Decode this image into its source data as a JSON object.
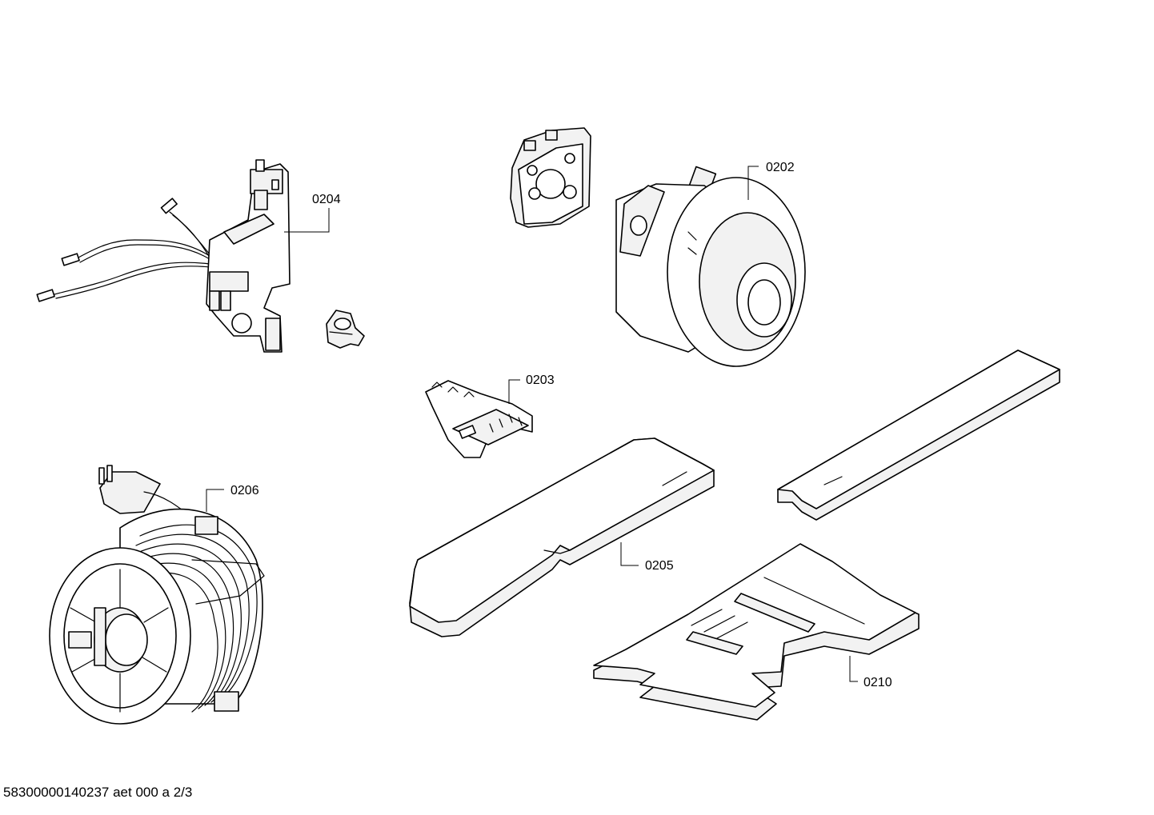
{
  "callouts": {
    "part_0202": "0202",
    "part_0203": "0203",
    "part_0204": "0204",
    "part_0205": "0205",
    "part_0206": "0206",
    "part_0210": "0210"
  },
  "footer_text": "58300000140237 aet 000 a 2/3"
}
